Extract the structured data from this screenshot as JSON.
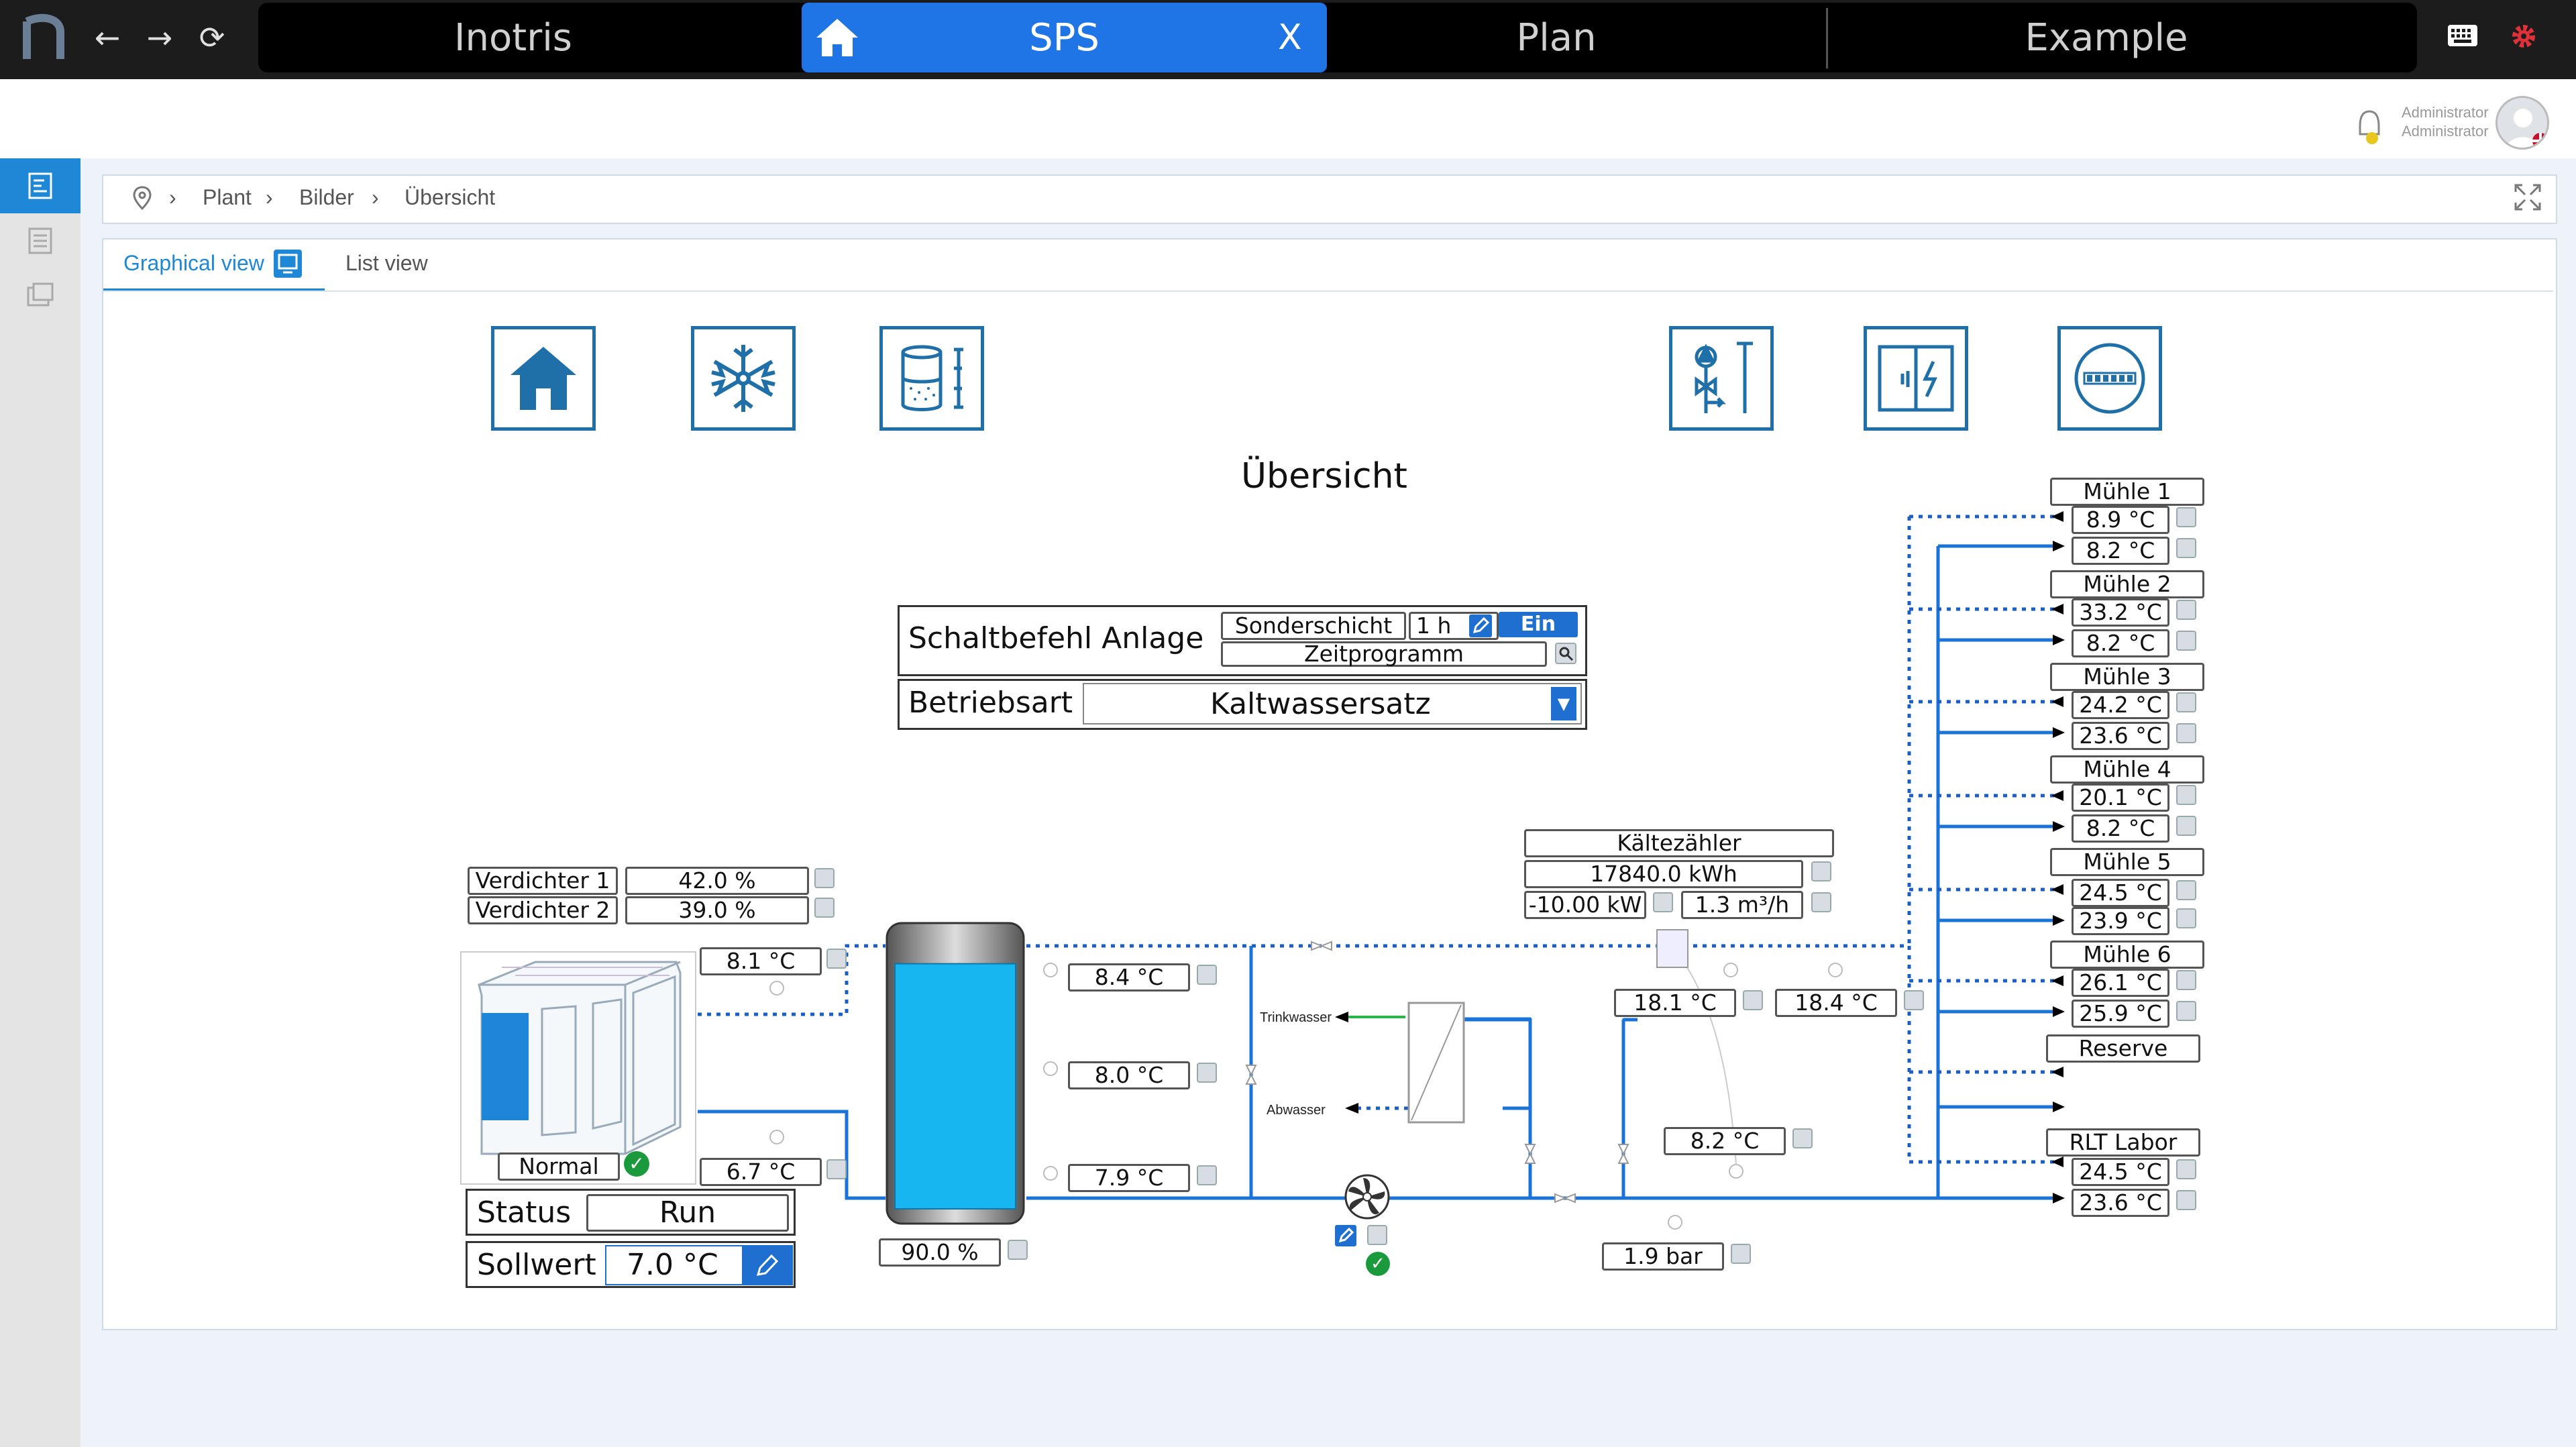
{
  "app": {
    "tabs": [
      {
        "label": "Inotris"
      },
      {
        "label": "SPS"
      },
      {
        "label": "Plan"
      },
      {
        "label": "Example"
      }
    ],
    "active_tab_close": "X",
    "user": {
      "name": "Administrator",
      "role": "Administrator"
    }
  },
  "breadcrumb": [
    "Plant",
    "Bilder",
    "Übersicht"
  ],
  "view_tabs": {
    "graphical": "Graphical view",
    "list": "List view"
  },
  "scheme": {
    "title": "Übersicht",
    "control": {
      "schaltbefehl_label": "Schaltbefehl Anlage",
      "sonderschicht": "Sonderschicht",
      "duration": "1 h",
      "state": "Ein",
      "zeitprogramm": "Zeitprogramm",
      "betriebsart_label": "Betriebsart",
      "betriebsart_value": "Kaltwassersatz"
    },
    "chiller": {
      "verdichter1_label": "Verdichter 1",
      "verdichter1_value": "42.0 %",
      "verdichter2_label": "Verdichter 2",
      "verdichter2_value": "39.0 %",
      "supply_temp": "8.1 °C",
      "return_temp": "6.7 °C",
      "mode": "Normal",
      "status_label": "Status",
      "status_value": "Run",
      "sollwert_label": "Sollwert",
      "sollwert_value": "7.0 °C"
    },
    "tank": {
      "t_top": "8.4 °C",
      "t_mid": "8.0 °C",
      "t_bottom": "7.9 °C",
      "level": "90.0 %",
      "level_fraction": 0.9
    },
    "heat_exchanger": {
      "trinkwasser": "Trinkwasser",
      "abwasser": "Abwasser"
    },
    "meter": {
      "label": "Kältezähler",
      "energy": "17840.0 kWh",
      "power": "-10.00 kW",
      "flow": "1.3 m³/h"
    },
    "line_temps": {
      "t1": "18.1 °C",
      "t2": "18.4 °C",
      "t3": "8.2 °C",
      "pressure": "1.9 bar"
    },
    "consumers": [
      {
        "name": "Mühle 1",
        "t_return": "8.9 °C",
        "t_supply": "8.2 °C"
      },
      {
        "name": "Mühle 2",
        "t_return": "33.2 °C",
        "t_supply": "8.2 °C"
      },
      {
        "name": "Mühle 3",
        "t_return": "24.2 °C",
        "t_supply": "23.6 °C"
      },
      {
        "name": "Mühle 4",
        "t_return": "20.1 °C",
        "t_supply": "8.2 °C"
      },
      {
        "name": "Mühle 5",
        "t_return": "24.5 °C",
        "t_supply": "23.9 °C"
      },
      {
        "name": "Mühle 6",
        "t_return": "26.1 °C",
        "t_supply": "25.9 °C"
      },
      {
        "name": "Reserve"
      },
      {
        "name": "RLT Labor",
        "t_return": "24.5 °C",
        "t_supply": "23.6 °C"
      }
    ]
  },
  "colors": {
    "accent": "#1f74e6",
    "pipe_blue": "#1a73d9",
    "icon_blue": "#1f6fa8",
    "ok_green": "#1a9a3c",
    "water": "#18b6f0"
  }
}
